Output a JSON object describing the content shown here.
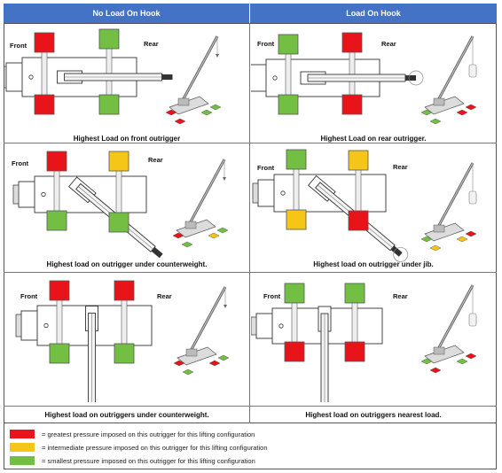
{
  "headers": {
    "left": "No Load On Hook",
    "right": "Load On Hook"
  },
  "colors": {
    "greatest": "#e8141a",
    "intermediate": "#f5c518",
    "smallest": "#72bf44",
    "header": "#4472c4"
  },
  "cells": [
    {
      "id": "c1",
      "front": "Front",
      "rear": "Rear",
      "caption": "Highest Load on front outrigger",
      "load": false,
      "boom": "straight-rear",
      "pads": [
        "greatest",
        "smallest",
        "greatest",
        "smallest"
      ]
    },
    {
      "id": "c2",
      "front": "Front",
      "rear": "Rear",
      "caption": "Highest Load on rear outrigger.",
      "load": true,
      "boom": "straight-rear",
      "pads": [
        "smallest",
        "greatest",
        "smallest",
        "greatest"
      ]
    },
    {
      "id": "c3",
      "front": "Front",
      "rear": "Rear",
      "caption": "Highest load on outrigger under  counterweight.",
      "load": false,
      "boom": "diagonal",
      "pads": [
        "greatest",
        "intermediate",
        "smallest",
        "smallest"
      ]
    },
    {
      "id": "c4",
      "front": "Front",
      "rear": "Rear",
      "caption": "Highest load on outrigger under jib.",
      "load": true,
      "boom": "diagonal",
      "pads": [
        "smallest",
        "intermediate",
        "intermediate",
        "greatest"
      ]
    },
    {
      "id": "c5",
      "front": "Front",
      "rear": "Rear",
      "caption": "Highest load on outriggers under counterweight.",
      "load": false,
      "boom": "down",
      "pads": [
        "greatest",
        "greatest",
        "smallest",
        "smallest"
      ]
    },
    {
      "id": "c6",
      "front": "Front",
      "rear": "Rear",
      "caption": "Highest load on outriggers nearest load.",
      "load": true,
      "boom": "down",
      "pads": [
        "smallest",
        "smallest",
        "greatest",
        "greatest"
      ]
    }
  ],
  "legend": [
    {
      "key": "greatest",
      "text": "= greatest pressure imposed on this outrigger for this lifting configuration"
    },
    {
      "key": "intermediate",
      "text": "= intermediate pressure imposed on this outrigger for this lifting configuration"
    },
    {
      "key": "smallest",
      "text": "= smallest pressure imposed on this outrigger for this lifting configuration"
    }
  ]
}
